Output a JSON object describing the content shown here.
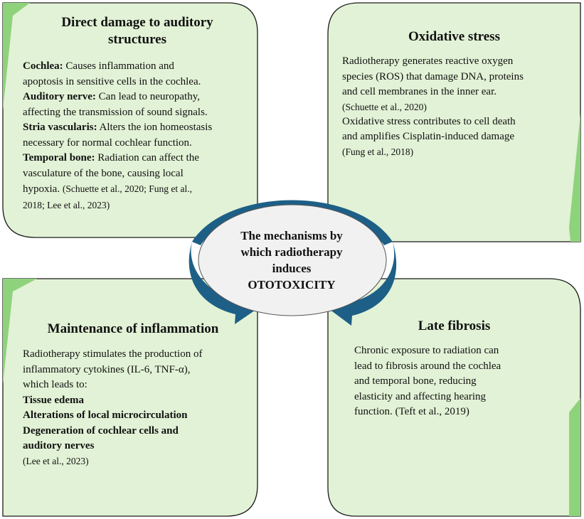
{
  "colors": {
    "box_fill": "#e2f2d6",
    "box_border": "#1a1a1a",
    "tab_green": "#8fd27c",
    "arrow_fill": "#1d5f86",
    "ellipse_fill": "#f1f1f1"
  },
  "center": {
    "line1": "The mechanisms by",
    "line2": "which radiotherapy",
    "line3": "induces",
    "line4": "OTOTOXICITY"
  },
  "boxes": {
    "direct": {
      "title_line1": "Direct damage to auditory",
      "title_line2": "structures",
      "cochlea_label": "Cochlea:",
      "cochlea_text1": " Causes inflammation and",
      "cochlea_text2": "apoptosis in sensitive cells in the cochlea.",
      "nerve_label": "Auditory nerve:",
      "nerve_text1": " Can lead to neuropathy,",
      "nerve_text2": "affecting the transmission of sound signals.",
      "stria_label": "Stria vascularis:",
      "stria_text1": " Alters the ion homeostasis",
      "stria_text2": "necessary for normal cochlear function.",
      "temporal_label": "Temporal bone:",
      "temporal_text1": " Radiation can affect the",
      "temporal_text2": "vasculature of the bone, causing local",
      "temporal_text3": "hypoxia. ",
      "refs1": "(Schuette et al., 2020; Fung et al.,",
      "refs2": "2018; Lee et al., 2023)"
    },
    "oxidative": {
      "title": "Oxidative stress",
      "text1": "Radiotherapy generates reactive oxygen",
      "text2": "species (ROS) that damage DNA, proteins",
      "text3": "and cell membranes in the inner ear.",
      "ref1": "(Schuette et al., 2020)",
      "text4": " Oxidative stress contributes to cell death",
      "text5": "and amplifies Cisplatin-induced damage",
      "ref2": "(Fung et al., 2018)"
    },
    "inflammation": {
      "title": "Maintenance of inflammation",
      "text1": "Radiotherapy stimulates the production of",
      "text2": "inflammatory cytokines (IL-6, TNF-α),",
      "text3": "which leads to:",
      "item1": "Tissue edema",
      "item2": "Alterations of local microcirculation",
      "item3a": "Degeneration of cochlear cells and",
      "item3b": "auditory nerves",
      "ref": "(Lee et al., 2023)"
    },
    "fibrosis": {
      "title": "Late fibrosis",
      "text1": "Chronic exposure to radiation can",
      "text2": "lead to fibrosis around the cochlea",
      "text3": "and temporal bone, reducing",
      "text4": "elasticity and affecting hearing",
      "text5": "function. ",
      "ref": "(Teft et al., 2019)"
    }
  }
}
